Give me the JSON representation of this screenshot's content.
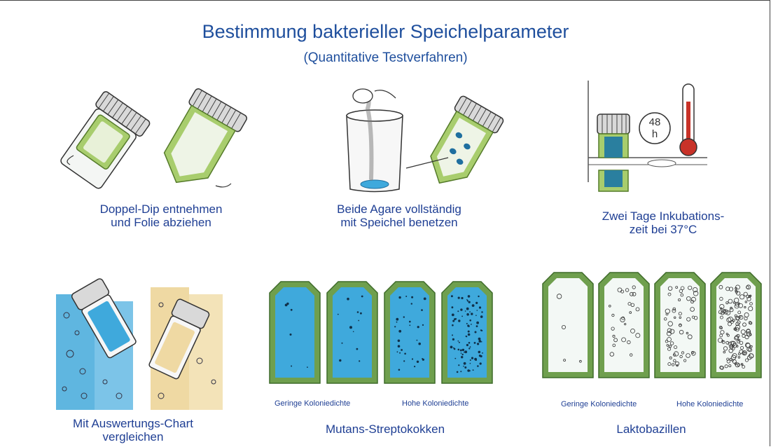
{
  "header": {
    "title": "Bestimmung bakterieller Speichelparameter",
    "subtitle": "(Quantitative Testverfahren)"
  },
  "steps": [
    {
      "line1": "Doppel-Dip entnehmen",
      "line2": "und Folie abziehen"
    },
    {
      "line1": "Beide Agare vollständig",
      "line2": "mit Speichel benetzen"
    },
    {
      "line1": "Zwei Tage Inkubations-",
      "line2": "zeit bei 37°C"
    },
    {
      "line1": "Mit Auswertungs-Chart",
      "line2": "vergleichen"
    }
  ],
  "incubator_label": {
    "hours": "48",
    "unit": "h"
  },
  "mutans": {
    "label": "Mutans-Streptokokken",
    "low": "Geringe Koloniedichte",
    "high": "Hohe Koloniedichte",
    "densities": [
      6,
      12,
      30,
      90
    ]
  },
  "lakto": {
    "label": "Laktobazillen",
    "low": "Geringe Koloniedichte",
    "high": "Hohe Koloniedichte",
    "densities": [
      4,
      25,
      55,
      130
    ]
  },
  "colors": {
    "title": "#1f4f9d",
    "caption": "#1f3f94",
    "agar_blue": "#3fa9dc",
    "agar_white": "#f3f8f5",
    "frame_green": "#6f9f4e",
    "cream": "#efd9a3",
    "thermo_red": "#c83228"
  }
}
